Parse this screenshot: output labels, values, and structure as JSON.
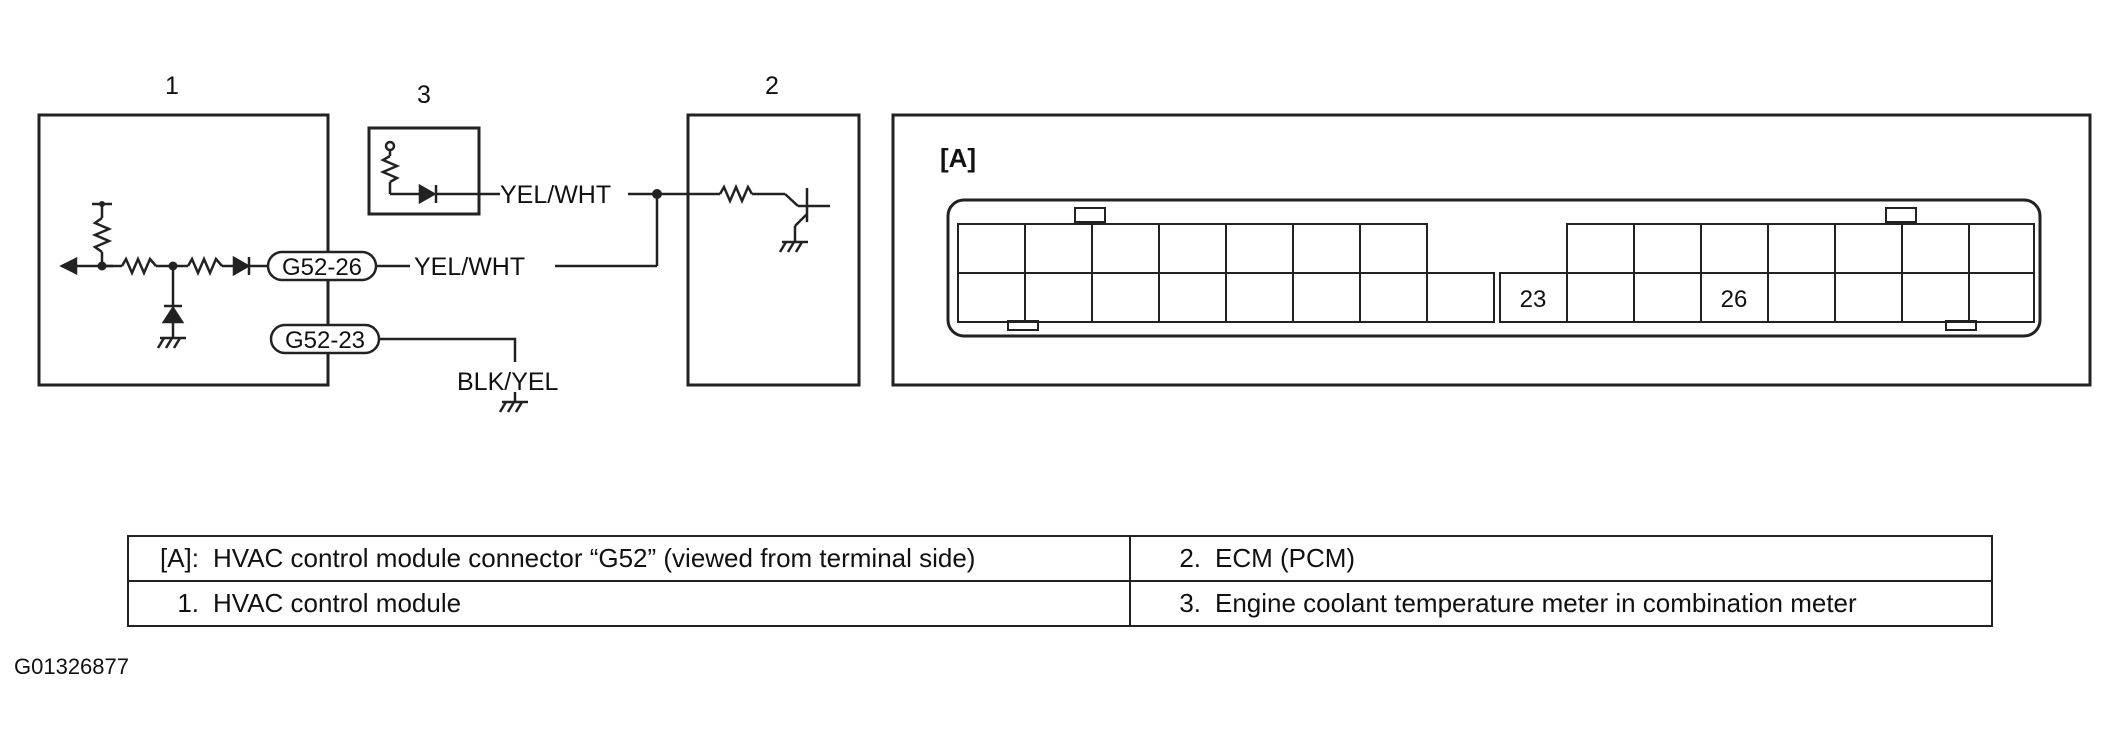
{
  "diagram": {
    "components": [
      {
        "id": "1",
        "number": "1"
      },
      {
        "id": "2",
        "number": "2"
      },
      {
        "id": "3",
        "number": "3"
      }
    ],
    "terminals": {
      "g52_26": "G52-26",
      "g52_23": "G52-23"
    },
    "wires": {
      "meter_to_ecm": "YEL/WHT",
      "hvac_to_ecm": "YEL/WHT",
      "ground": "BLK/YEL"
    },
    "connector": {
      "label": "[A]",
      "pin_23": "23",
      "pin_26": "26"
    }
  },
  "legend": [
    {
      "key": "[A]:",
      "text": "HVAC control module connector “G52” (viewed from terminal side)"
    },
    {
      "key": "2.",
      "text": "ECM (PCM)"
    },
    {
      "key": "1.",
      "text": "HVAC control module"
    },
    {
      "key": "3.",
      "text": "Engine coolant temperature meter in combination meter"
    }
  ],
  "figure_id": "G01326877"
}
